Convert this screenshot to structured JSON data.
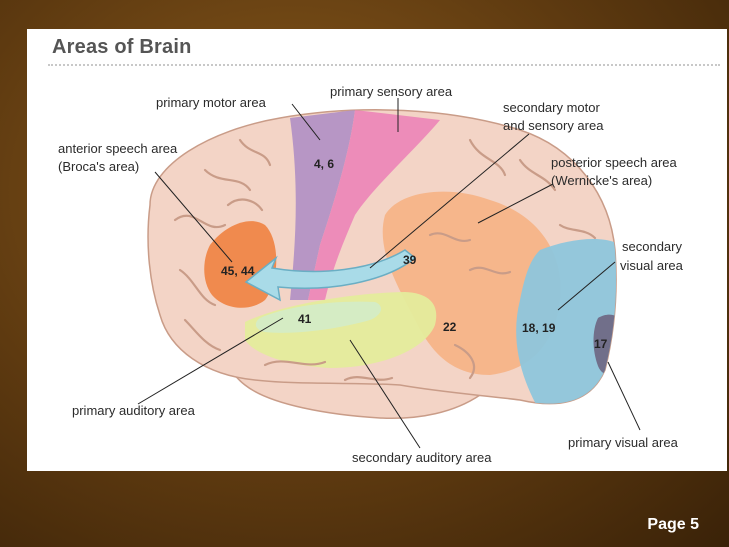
{
  "slide": {
    "title": "Areas of Brain",
    "page_label": "Page 5"
  },
  "diagram": {
    "regions": [
      {
        "name": "primary motor area",
        "number": "4, 6",
        "color": "#b08fc4"
      },
      {
        "name": "primary sensory area",
        "color": "#ec84b7"
      },
      {
        "name": "secondary motor and sensory area",
        "color": "#f5e6e4"
      },
      {
        "name": "anterior speech area (Broca's area)",
        "number": "45, 44",
        "color": "#f08a4e"
      },
      {
        "name": "posterior speech area (Wernicke's area)",
        "number": "39",
        "color": "#f6b488"
      },
      {
        "name": "secondary visual area",
        "number": "18, 19",
        "color": "#8ec6dc"
      },
      {
        "name": "primary visual area",
        "number": "17",
        "color": "#6f6a86"
      },
      {
        "name": "primary auditory area",
        "number": "41",
        "color": "#d4ecc6"
      },
      {
        "name": "secondary auditory area",
        "number": "22",
        "color": "#e4ec9c"
      }
    ],
    "labels": {
      "primary_motor": "primary motor area",
      "primary_sensory": "primary sensory area",
      "secondary_motor_1": "secondary motor",
      "secondary_motor_2": "and sensory area",
      "anterior_speech_1": "anterior speech area",
      "anterior_speech_2": "(Broca's area)",
      "posterior_speech_1": "posterior speech area",
      "posterior_speech_2": "(Wernicke's area)",
      "secondary_visual_1": "secondary",
      "secondary_visual_2": "visual area",
      "primary_auditory": "primary auditory area",
      "secondary_auditory": "secondary auditory area",
      "primary_visual": "primary visual area"
    },
    "area_numbers": {
      "motor": "4, 6",
      "broca": "45, 44",
      "wernicke": "39",
      "auditory_primary": "41",
      "auditory_secondary": "22",
      "visual_secondary": "18, 19",
      "visual_primary": "17"
    },
    "colors": {
      "brain_tissue": "#f3d4c6",
      "arrow": "#a9dbe8"
    }
  }
}
